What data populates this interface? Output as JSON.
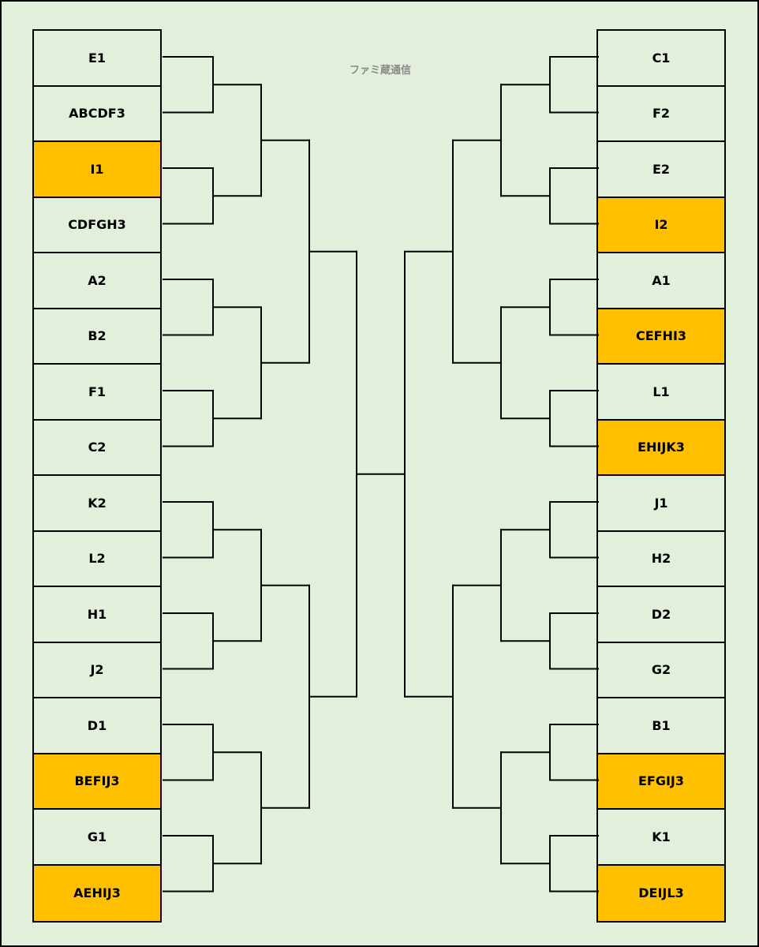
{
  "watermark": "ファミ蔵通信",
  "colors": {
    "background": "#e2efda",
    "highlight": "#ffc000",
    "line": "#000000"
  },
  "left": [
    {
      "label": "E1",
      "highlight": false
    },
    {
      "label": "ABCDF3",
      "highlight": false
    },
    {
      "label": "I1",
      "highlight": true
    },
    {
      "label": "CDFGH3",
      "highlight": false
    },
    {
      "label": "A2",
      "highlight": false
    },
    {
      "label": "B2",
      "highlight": false
    },
    {
      "label": "F1",
      "highlight": false
    },
    {
      "label": "C2",
      "highlight": false
    },
    {
      "label": "K2",
      "highlight": false
    },
    {
      "label": "L2",
      "highlight": false
    },
    {
      "label": "H1",
      "highlight": false
    },
    {
      "label": "J2",
      "highlight": false
    },
    {
      "label": "D1",
      "highlight": false
    },
    {
      "label": "BEFIJ3",
      "highlight": true
    },
    {
      "label": "G1",
      "highlight": false
    },
    {
      "label": "AEHIJ3",
      "highlight": true
    }
  ],
  "right": [
    {
      "label": "C1",
      "highlight": false
    },
    {
      "label": "F2",
      "highlight": false
    },
    {
      "label": "E2",
      "highlight": false
    },
    {
      "label": "I2",
      "highlight": true
    },
    {
      "label": "A1",
      "highlight": false
    },
    {
      "label": "CEFHI3",
      "highlight": true
    },
    {
      "label": "L1",
      "highlight": false
    },
    {
      "label": "EHIJK3",
      "highlight": true
    },
    {
      "label": "J1",
      "highlight": false
    },
    {
      "label": "H2",
      "highlight": false
    },
    {
      "label": "D2",
      "highlight": false
    },
    {
      "label": "G2",
      "highlight": false
    },
    {
      "label": "B1",
      "highlight": false
    },
    {
      "label": "EFGIJ3",
      "highlight": true
    },
    {
      "label": "K1",
      "highlight": false
    },
    {
      "label": "DEIJL3",
      "highlight": true
    }
  ]
}
